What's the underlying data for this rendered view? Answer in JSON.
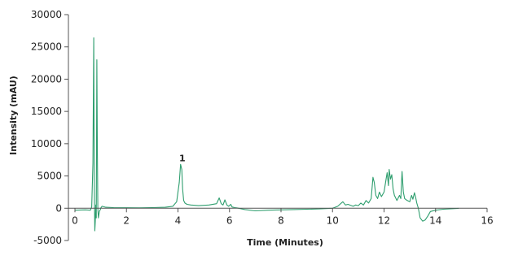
{
  "chart_data": {
    "type": "line",
    "title": "",
    "xlabel": "Time (Minutes)",
    "ylabel": "Intensity (mAU)",
    "xlim": [
      0,
      16
    ],
    "ylim": [
      -5000,
      30000
    ],
    "x_ticks": [
      0,
      2,
      4,
      6,
      8,
      10,
      12,
      14,
      16
    ],
    "y_ticks": [
      -5000,
      0,
      5000,
      10000,
      15000,
      20000,
      25000,
      30000
    ],
    "x_tick_labels": [
      "0",
      "2",
      "4",
      "6",
      "8",
      "10",
      "12",
      "14",
      "16"
    ],
    "y_tick_labels": [
      "-5000",
      "0",
      "5000",
      "10000",
      "15000",
      "20000",
      "25000",
      "30000"
    ],
    "grid": false,
    "line_color": "#2e9e6e",
    "annotations": [
      {
        "text": "1",
        "x": 4.17,
        "y": 7300
      }
    ],
    "series": [
      {
        "x": [
          0.0,
          0.4,
          0.6,
          0.65,
          0.7,
          0.73,
          0.75,
          0.77,
          0.79,
          0.81,
          0.83,
          0.85,
          0.87,
          0.89,
          0.91,
          0.93,
          0.95,
          0.97,
          0.99,
          1.0,
          1.05,
          1.2,
          1.5,
          2.0,
          2.5,
          3.0,
          3.5,
          3.8,
          3.95,
          4.05,
          4.1,
          4.15,
          4.18,
          4.22,
          4.27,
          4.35,
          4.5,
          4.8,
          5.2,
          5.5,
          5.6,
          5.68,
          5.75,
          5.82,
          5.9,
          5.97,
          6.05,
          6.1,
          6.2,
          6.3,
          6.6,
          7.0,
          7.5,
          8.0,
          8.5,
          9.0,
          9.5,
          10.0,
          10.2,
          10.4,
          10.5,
          10.6,
          10.8,
          10.9,
          11.0,
          11.1,
          11.2,
          11.3,
          11.4,
          11.5,
          11.57,
          11.62,
          11.68,
          11.75,
          11.82,
          11.9,
          12.0,
          12.08,
          12.12,
          12.17,
          12.2,
          12.25,
          12.3,
          12.35,
          12.4,
          12.5,
          12.6,
          12.65,
          12.7,
          12.75,
          12.8,
          12.9,
          13.0,
          13.07,
          13.12,
          13.18,
          13.22,
          13.27,
          13.33,
          13.4,
          13.5,
          13.6,
          13.7,
          13.8,
          14.0,
          14.3,
          14.6,
          14.9
        ],
        "y": [
          -300,
          -250,
          -300,
          200,
          7000,
          26400,
          4000,
          -3500,
          -2000,
          500,
          -1500,
          23000,
          9500,
          0,
          -1500,
          -1000,
          -500,
          -300,
          -200,
          0,
          300,
          150,
          100,
          80,
          60,
          100,
          150,
          300,
          1000,
          4000,
          6800,
          6000,
          3000,
          1200,
          800,
          600,
          500,
          400,
          500,
          700,
          1600,
          700,
          500,
          1300,
          500,
          300,
          600,
          200,
          100,
          50,
          -200,
          -400,
          -300,
          -250,
          -200,
          -150,
          -100,
          0,
          300,
          1000,
          500,
          600,
          300,
          500,
          400,
          800,
          500,
          1200,
          800,
          1500,
          4800,
          4000,
          2000,
          1500,
          2500,
          1800,
          2500,
          4500,
          5500,
          3500,
          6000,
          4500,
          5200,
          3000,
          2000,
          1200,
          2000,
          1500,
          5700,
          2500,
          1500,
          1200,
          1000,
          2000,
          1400,
          2400,
          1800,
          800,
          0,
          -1500,
          -2000,
          -1800,
          -1200,
          -500,
          -300,
          -150,
          -80,
          -20
        ]
      }
    ]
  }
}
